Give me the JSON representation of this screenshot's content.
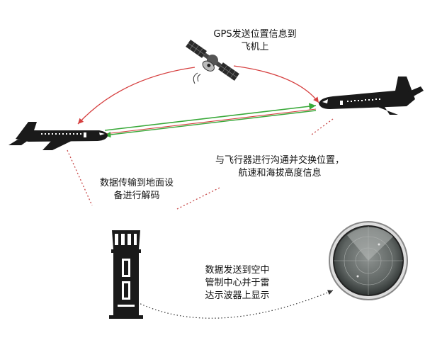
{
  "labels": {
    "gps": "GPS发送位置信息到\n飞机上",
    "exchange": "与飞行器进行沟通并交换位置，\n航速和海拔高度信息",
    "ground": "数据传输到地面设\n备进行解码",
    "atc": "数据发送到空中\n管制中心并于雷\n达示波器上显示"
  },
  "colors": {
    "gps_arrow": "#d64040",
    "exchange_arrow_green": "#3aa93a",
    "exchange_arrow_red": "#d64040",
    "dotted_red": "#c94a4a",
    "aircraft": "#1a1a1a",
    "radar_screen": "#6f7573"
  },
  "icons": [
    "satellite-icon",
    "aircraft-left-icon",
    "aircraft-right-icon",
    "control-tower-icon",
    "radar-scope-icon"
  ]
}
